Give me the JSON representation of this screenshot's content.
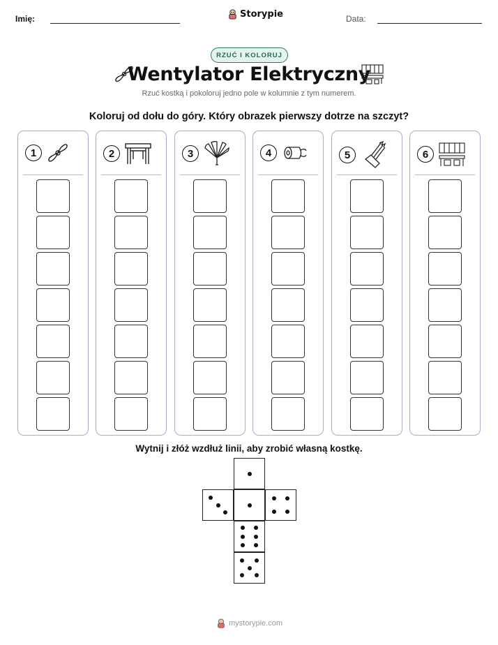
{
  "header": {
    "name_label": "Imię:",
    "date_label": "Data:",
    "brand": "Storypie"
  },
  "badge": "RZUĆ I KOLORUJ",
  "title": "Wentylator Elektryczny",
  "subtitle": "Rzuć kostką i pokoloruj jedno pole w kolumnie z tym numerem.",
  "instruction": "Koloruj od dołu do góry. Który obrazek pierwszy dotrze na szczyt?",
  "columns": [
    {
      "number": "1",
      "icon": "propeller-icon",
      "cells": 7
    },
    {
      "number": "2",
      "icon": "table-icon",
      "cells": 7
    },
    {
      "number": "3",
      "icon": "hand-fan-icon",
      "cells": 7
    },
    {
      "number": "4",
      "icon": "motor-icon",
      "cells": 7
    },
    {
      "number": "5",
      "icon": "brushes-icon",
      "cells": 7
    },
    {
      "number": "6",
      "icon": "workshop-icon",
      "cells": 7
    }
  ],
  "die_instruction": "Wytnij i złóż wzdłuż linii, aby zrobić własną kostkę.",
  "die_faces": [
    {
      "face": "top",
      "pips": 1
    },
    {
      "face": "left",
      "pips": 3
    },
    {
      "face": "center",
      "pips": 1
    },
    {
      "face": "right",
      "pips": 4
    },
    {
      "face": "lower",
      "pips": 6
    },
    {
      "face": "bottom",
      "pips": 5
    }
  ],
  "footer": "mystorypie.com"
}
